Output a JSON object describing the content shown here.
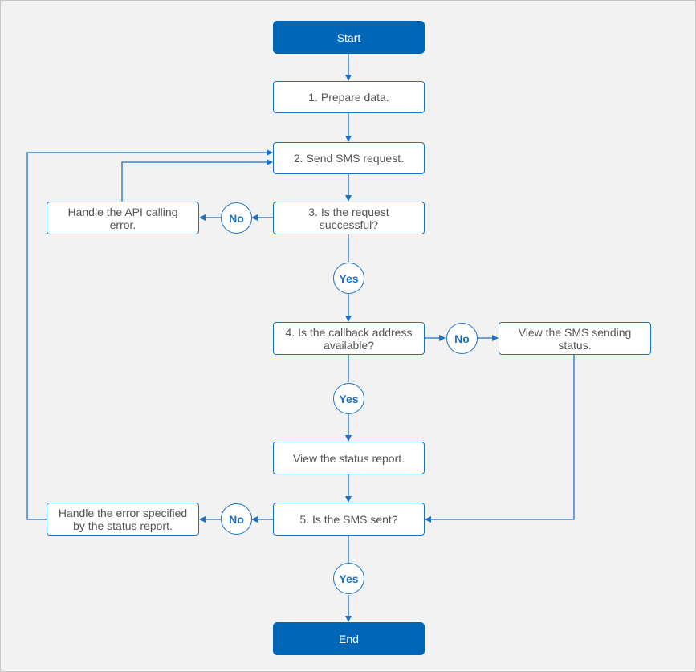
{
  "colors": {
    "accent": "#0067b8",
    "line": "#1a73c6",
    "text": "#555555",
    "background": "#f2f2f2"
  },
  "nodes": {
    "start": "Start",
    "prepare": "1. Prepare data.",
    "send": "2. Send SMS request.",
    "successful": "3. Is the request\nsuccessful?",
    "handle_api_error": "Handle the API calling\nerror.",
    "callback": "4. Is the callback address\navailable?",
    "view_sending_status": "View the SMS sending\nstatus.",
    "view_status_report": "View the status report.",
    "sms_sent": "5. Is the SMS  sent?",
    "handle_status_error": "Handle the error specified\nby the status report.",
    "end": "End"
  },
  "decisions": {
    "yes": "Yes",
    "no": "No"
  }
}
